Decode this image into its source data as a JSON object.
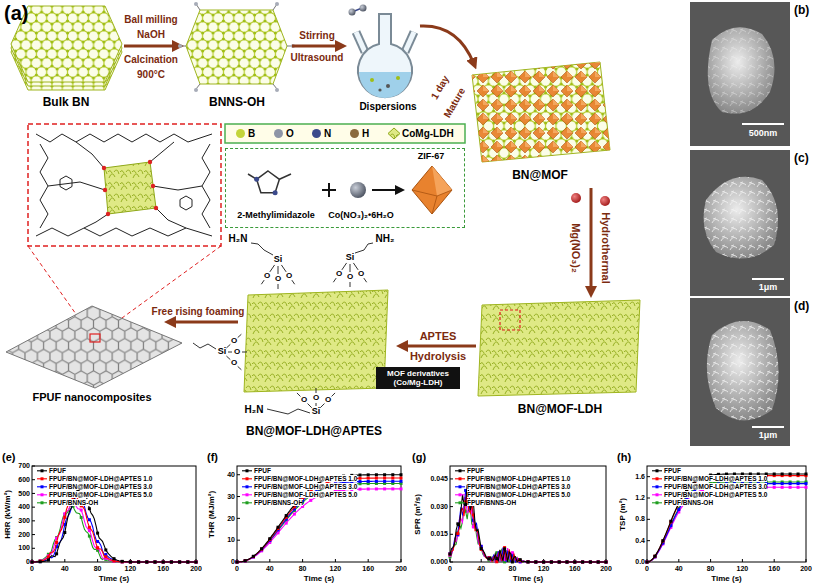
{
  "diagram": {
    "nodes": [
      {
        "text": [
          "2-Methylimidazole",
          "Co(NO₃)₂•6H₂O",
          "ZIF-67"
        ]
      },
      {
        "text": [
          "MOF derivatives (Co/Mg-LDH)"
        ]
      }
    ],
    "labels": [
      "(a)",
      "Ball milling",
      "NaOH",
      "Calcination",
      "900°C",
      "Bulk BN",
      "BNNS-OH",
      "Stirring",
      "Ultrasound",
      "Dispersions",
      "1 day",
      "Mature",
      "BN@MOF",
      "Mg(NO₃)₂",
      "Hydrothermal",
      "BN@MOF-LDH",
      "APTES",
      "Hydrolysis",
      "BN@MOF-LDH@APTES",
      "H₂N",
      "NH₂",
      "H₂N",
      "Si",
      "O",
      "O",
      "O",
      "Si",
      "O",
      "O",
      "O",
      "Si",
      "O",
      "O",
      "O",
      "Si",
      "O",
      "O",
      "O",
      "Free rising foaming",
      "FPUF nanocomposites",
      "(b)",
      "500nm",
      "(c)",
      "1μm",
      "(d)",
      "1μm",
      "(e)",
      "HRR (kW/m²)",
      "Time (s)",
      "0",
      "100",
      "200",
      "300",
      "400",
      "500",
      "600",
      "700",
      "0",
      "40",
      "80",
      "120",
      "160",
      "200",
      "(f)",
      "THR (MJ/m²)",
      "Time (s)",
      "0",
      "10",
      "20",
      "30",
      "40",
      "0",
      "40",
      "80",
      "120",
      "160",
      "200",
      "(g)",
      "SPR (m²/s)",
      "Time (s)",
      "0.000",
      "0.015",
      "0.030",
      "0.045",
      "0",
      "40",
      "80",
      "120",
      "160",
      "200",
      "(h)",
      "TSP (m²)",
      "Time (s)",
      "0.0",
      "0.4",
      "0.8",
      "1.2",
      "1.6",
      "0",
      "40",
      "80",
      "120",
      "160",
      "200"
    ],
    "legend": [
      {
        "text": "B",
        "color": "#c3d43a"
      },
      {
        "text": "O",
        "color": "#8e95a6"
      },
      {
        "text": "N",
        "color": "#3b4a8c"
      },
      {
        "text": "H",
        "color": "#8a6a3c"
      },
      {
        "text": "CoMg-LDH"
      },
      {
        "text": "FPUF"
      },
      {
        "text": "FPUF/BN@MOF-LDH@APTES 1.0"
      },
      {
        "text": "FPUF/BN@MOF-LDH@APTES 3.0"
      },
      {
        "text": "FPUF/BN@MOF-LDH@APTES 5.0"
      },
      {
        "text": "FPUF/BNNS-OH"
      },
      {
        "text": "FPUF"
      },
      {
        "text": "FPUF/BN@MOF-LDH@APTES 1.0"
      },
      {
        "text": "FPUF/BN@MOF-LDH@APTES 3.0"
      },
      {
        "text": "FPUF/BN@MOF-LDH@APTES 5.0"
      },
      {
        "text": "FPUF/BNNS-OH"
      },
      {
        "text": "FPUF"
      },
      {
        "text": "FPUF/BN@MOF-LDH@APTES 1.0"
      },
      {
        "text": "FPUF/BN@MOF-LDH@APTES 3.0"
      },
      {
        "text": "FPUF/BN@MOF-LDH@APTES 5.0"
      },
      {
        "text": "FPUF/BNNS-OH"
      },
      {
        "text": "FPUF"
      },
      {
        "text": "FPUF/BN@MOF-LDH@APTES 1.0"
      },
      {
        "text": "FPUF/BN@MOF-LDH@APTES 3.0"
      },
      {
        "text": "FPUF/BN@MOF-LDH@APTES 5.0"
      },
      {
        "text": "FPUF/BNNS-OH"
      }
    ]
  }
}
